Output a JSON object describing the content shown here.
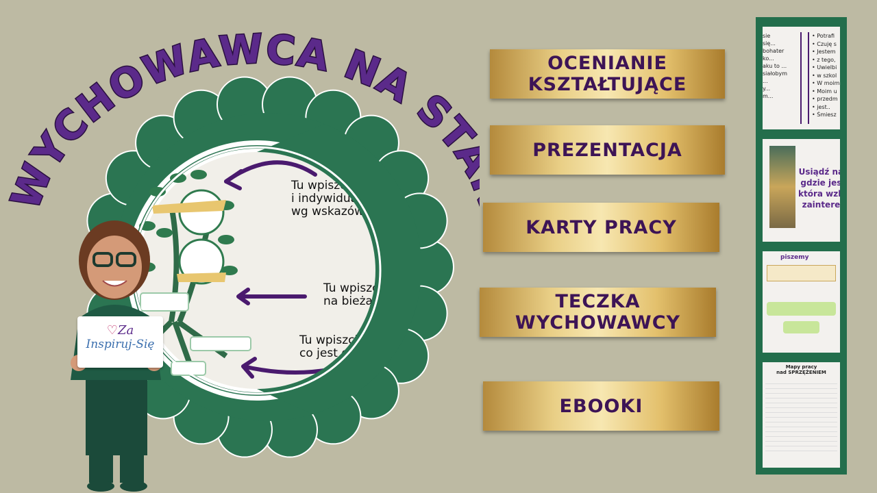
{
  "title": "WYCHOWAWCA NA START",
  "circle_notes": [
    {
      "lines": [
        "Tu wpiszcie",
        "i indywidualn",
        "wg wskazówki"
      ]
    },
    {
      "lines": [
        "Tu wpiszci",
        "na bieżąc"
      ]
    },
    {
      "lines": [
        "Tu wpiszcie",
        "co jest dl"
      ]
    }
  ],
  "logo": {
    "line1": "Za",
    "line2": "Inspiruj-Się"
  },
  "buttons": [
    {
      "label_line1": "OCENIANIE",
      "label_line2": "KSZTAŁTUJĄCE"
    },
    {
      "label_line1": "PREZENTACJA",
      "label_line2": ""
    },
    {
      "label_line1": "KARTY PRACY",
      "label_line2": ""
    },
    {
      "label_line1": "TECZKA",
      "label_line2": "WYCHOWAWCY"
    },
    {
      "label_line1": "EBOOKI",
      "label_line2": ""
    }
  ],
  "thumbnails": {
    "t1_left": [
      "sie",
      "się...",
      "",
      "bohater",
      "ko...",
      "aku to ...",
      "",
      "siałobym",
      "",
      "...",
      "y...",
      "m..."
    ],
    "t1_right": [
      "Potrafi",
      "Czuję s",
      "Jestem",
      "z tego,",
      "Uwielbi",
      "w szkol",
      "W moim",
      "Moim u",
      "przedm",
      "jest..",
      "Śmiesz"
    ],
    "t2_text": [
      "Usiądź na",
      "gdzie jes",
      "która wzb",
      "zaintere"
    ],
    "t3_title": "piszemy",
    "t4_title": [
      "Mapy pracy",
      "nad SPRZĘŻENIEM"
    ]
  },
  "colors": {
    "background": "#bdbaa3",
    "green": "#236e4c",
    "purple": "#4a1a6e",
    "gold": "#e9cf86"
  }
}
